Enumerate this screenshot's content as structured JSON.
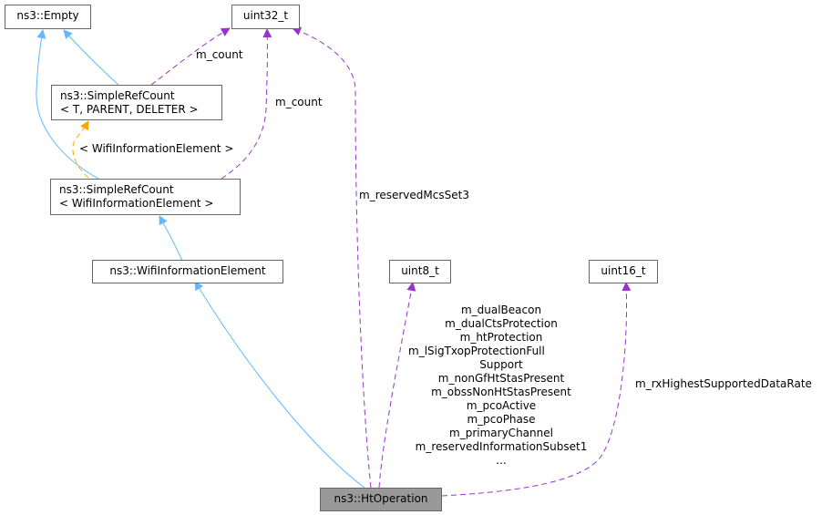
{
  "colors": {
    "inheritance": "#63b8ff",
    "template": "#ffa500",
    "usage": "#9a32cd",
    "focus_fill": "#999999",
    "node_border": "#666666"
  },
  "nodes": {
    "empty": "ns3::Empty",
    "uint32": "uint32_t",
    "simplerefcount_tpl": {
      "line1": "ns3::SimpleRefCount",
      "line2": "< T, PARENT, DELETER >"
    },
    "simplerefcount_wie": {
      "line1": "ns3::SimpleRefCount",
      "line2": "< WifiInformationElement >"
    },
    "wifi_ie": "ns3::WifiInformationElement",
    "uint8": "uint8_t",
    "uint16": "uint16_t",
    "htoperation": "ns3::HtOperation"
  },
  "edge_labels": {
    "m_count_1": "m_count",
    "m_count_2": "m_count",
    "template_arg": "< WifiInformationElement >",
    "reserved_mcs": "m_reservedMcsSet3",
    "rx_highest": "m_rxHighestSupportedDataRate",
    "uint8_members": [
      "m_dualBeacon",
      "m_dualCtsProtection",
      "m_htProtection",
      "m_lSigTxopProtectionFull",
      "Support",
      "m_nonGfHtStasPresent",
      "m_obssNonHtStasPresent",
      "m_pcoActive",
      "m_pcoPhase",
      "m_primaryChannel",
      "m_reservedInformationSubset1",
      "..."
    ]
  }
}
